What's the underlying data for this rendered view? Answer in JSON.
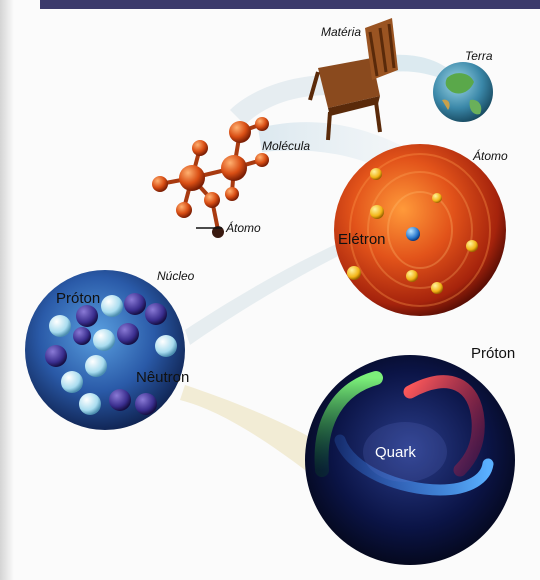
{
  "labels": {
    "materia": "Matéria",
    "terra": "Terra",
    "molecula": "Molécula",
    "atomo_top": "Átomo",
    "atomo_small": "Átomo",
    "eletron": "Elétron",
    "nucleo": "Núcleo",
    "proton_left": "Próton",
    "neutron": "Nêutron",
    "proton_right": "Próton",
    "quark": "Quark"
  },
  "colors": {
    "top_band": "#3b3a6b",
    "atom_core": "#c23a10",
    "nucleus": "#1a3f7a",
    "proton_sphere": "#0a1030",
    "molecule": "#d2501a"
  }
}
